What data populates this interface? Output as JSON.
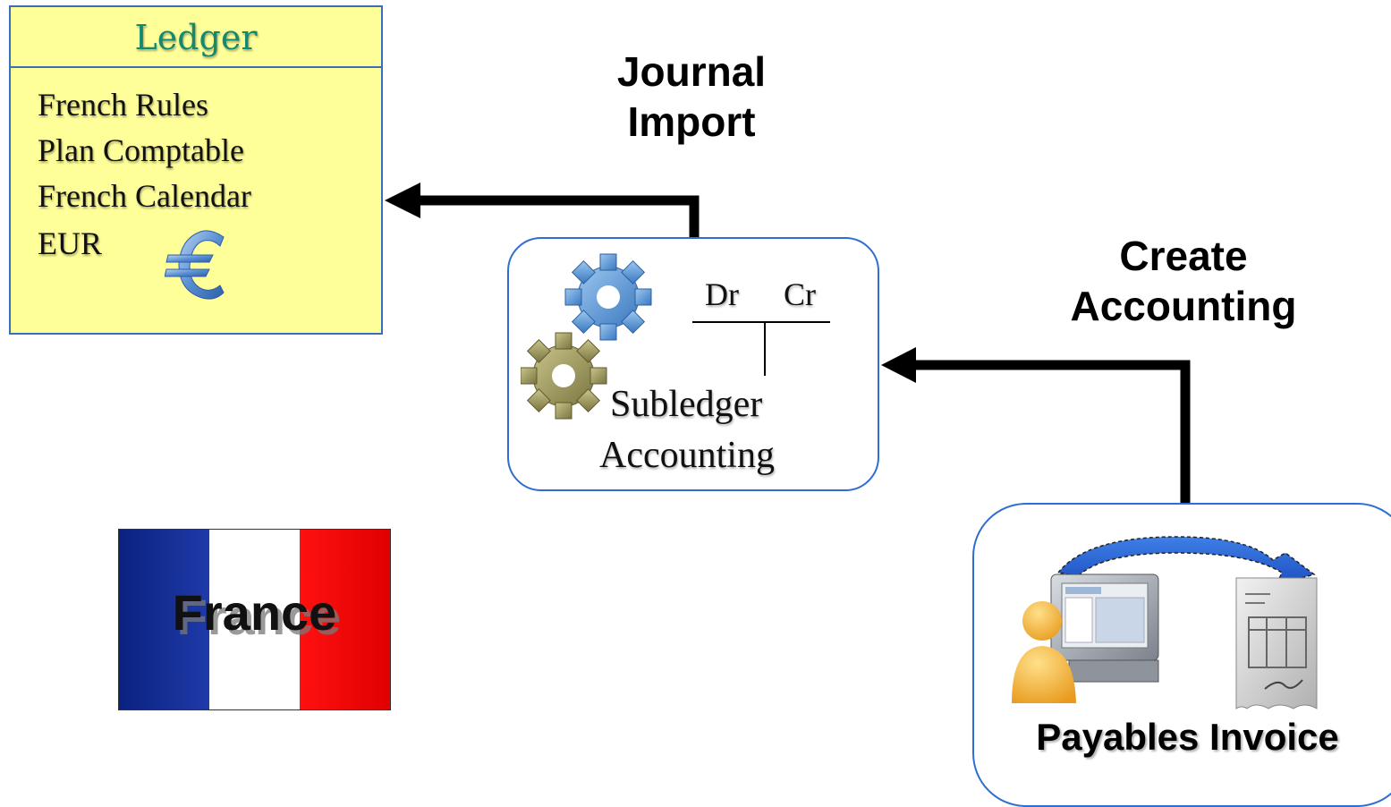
{
  "ledger": {
    "title": "Ledger",
    "lines": [
      "French Rules",
      "Plan Comptable",
      "French Calendar",
      "EUR"
    ]
  },
  "journal_import": {
    "line1": "Journal",
    "line2": "Import"
  },
  "create_accounting": {
    "line1": "Create",
    "line2": "Accounting"
  },
  "subledger": {
    "dr": "Dr",
    "cr": "Cr",
    "line1": "Subledger",
    "line2": "Accounting"
  },
  "flag": {
    "label": "France",
    "colors": [
      "#0f2a8a",
      "#ffffff",
      "#ff0000"
    ]
  },
  "payables": {
    "label": "Payables Invoice"
  },
  "colors": {
    "ledger_fill": "#ffff99",
    "box_border": "#2f6ed1",
    "ledger_title": "#138a70",
    "arrow": "#000000"
  },
  "icons": [
    "euro-icon",
    "gears-icon",
    "user-computer-icon",
    "invoice-document-icon",
    "transfer-arrow-icon"
  ]
}
